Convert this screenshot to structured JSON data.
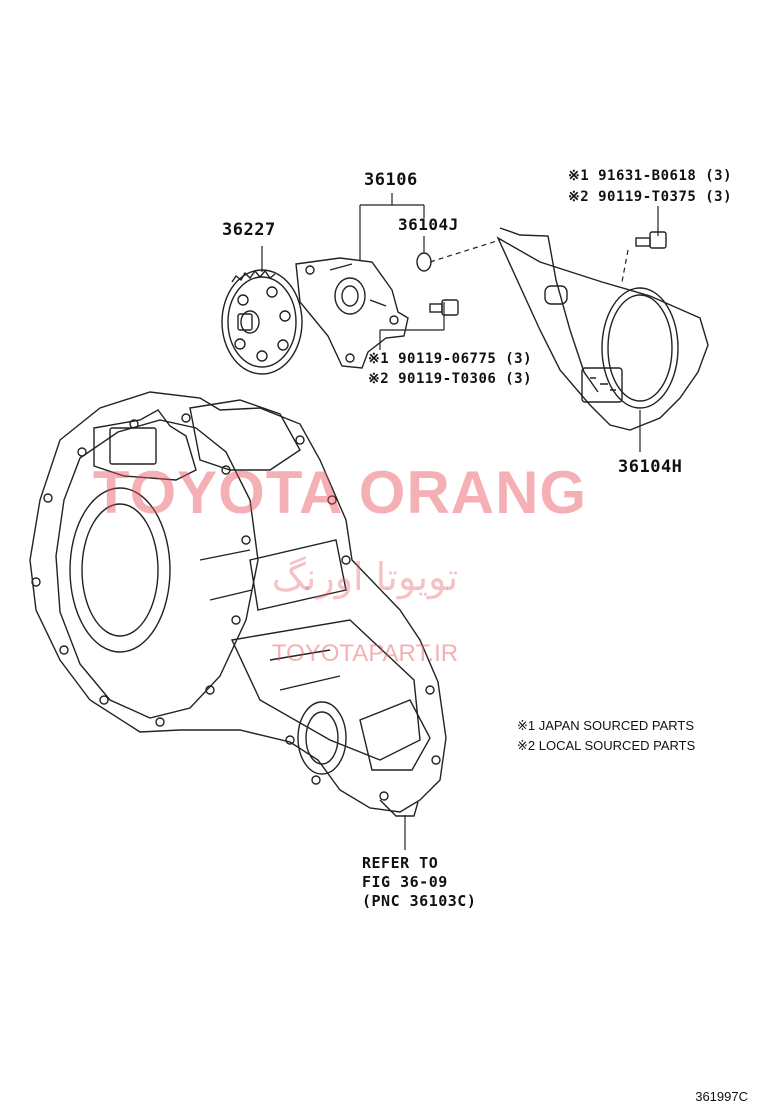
{
  "parts": {
    "p36106": "36106",
    "p36104J": "36104J",
    "p36227": "36227",
    "p36104H": "36104H",
    "bolt1_a": "※1 91631-B0618 (3)",
    "bolt1_b": "※2 90119-T0375 (3)",
    "bolt2_a": "※1 90119-06775 (3)",
    "bolt2_b": "※2 90119-T0306 (3)"
  },
  "refer": {
    "line1": "REFER TO",
    "line2": "FIG 36-09",
    "line3": "(PNC 36103C)"
  },
  "notes": {
    "n1": "※1  JAPAN SOURCED PARTS",
    "n2": "※2  LOCAL SOURCED PARTS"
  },
  "watermark": {
    "main": "TOYOTA ORANG",
    "persian": "تویوتا اورنگ",
    "url": "TOYOTAPART.IR"
  },
  "figure_code": "361997C"
}
